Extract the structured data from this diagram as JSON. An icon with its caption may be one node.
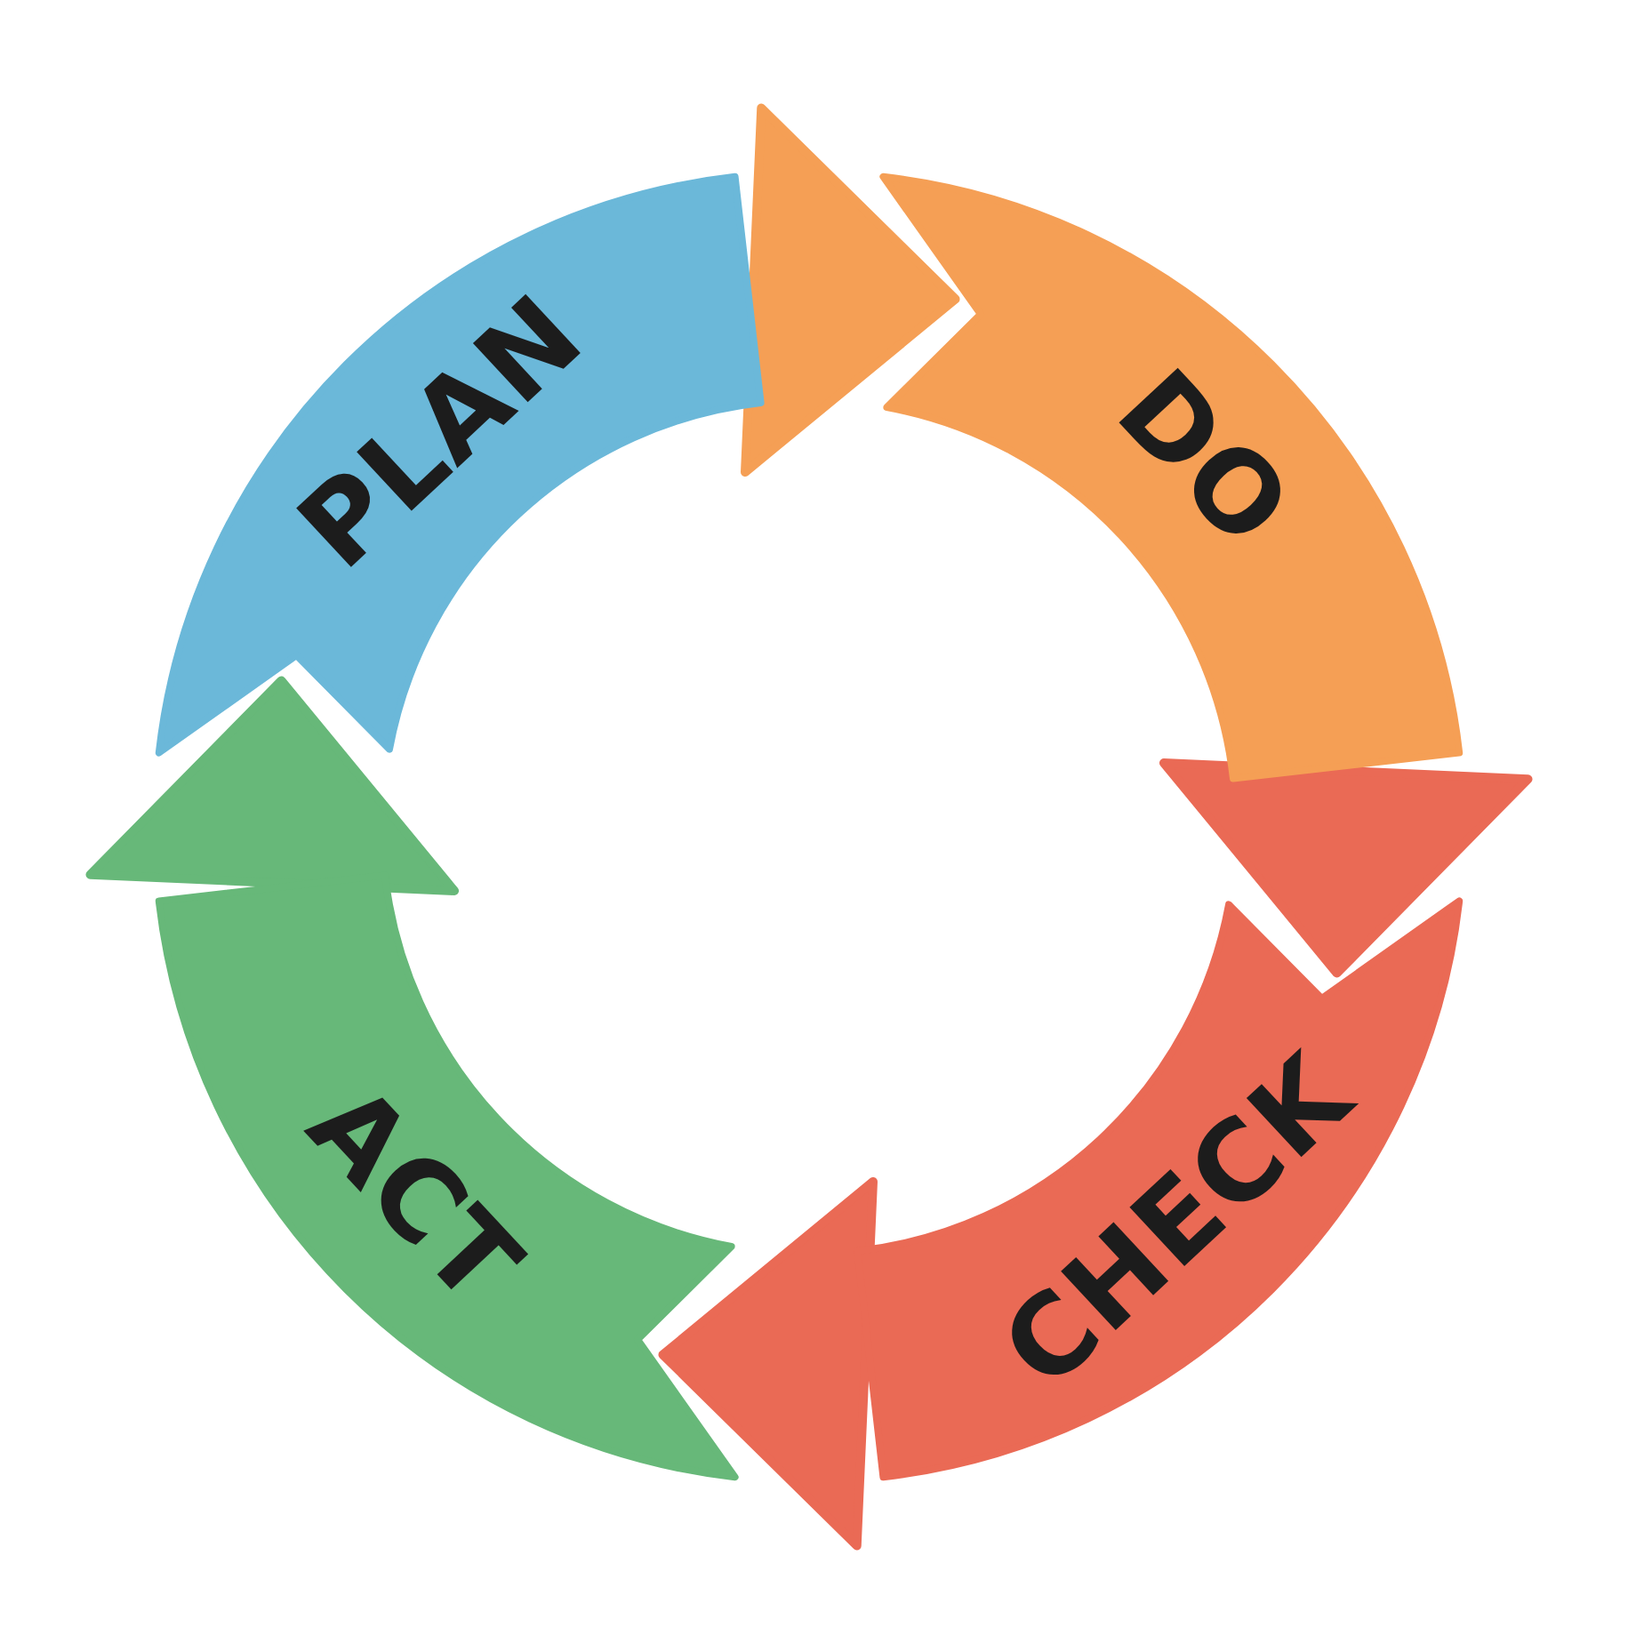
{
  "diagram": {
    "nodes": [
      {
        "text": [
          "PLAN"
        ]
      },
      {
        "text": [
          "DO"
        ]
      },
      {
        "text": [
          "CHECK"
        ]
      },
      {
        "text": [
          "ACT"
        ]
      }
    ],
    "edges": [
      {
        "from": 0,
        "to": 1,
        "arrow": "to",
        "color": "#f59f55"
      },
      {
        "from": 1,
        "to": 2,
        "arrow": "to",
        "color": "#ea6a55"
      },
      {
        "from": 2,
        "to": 3,
        "arrow": "to",
        "color": "#ea6a55"
      },
      {
        "from": 3,
        "to": 0,
        "arrow": "to",
        "color": "#67b879"
      }
    ]
  }
}
